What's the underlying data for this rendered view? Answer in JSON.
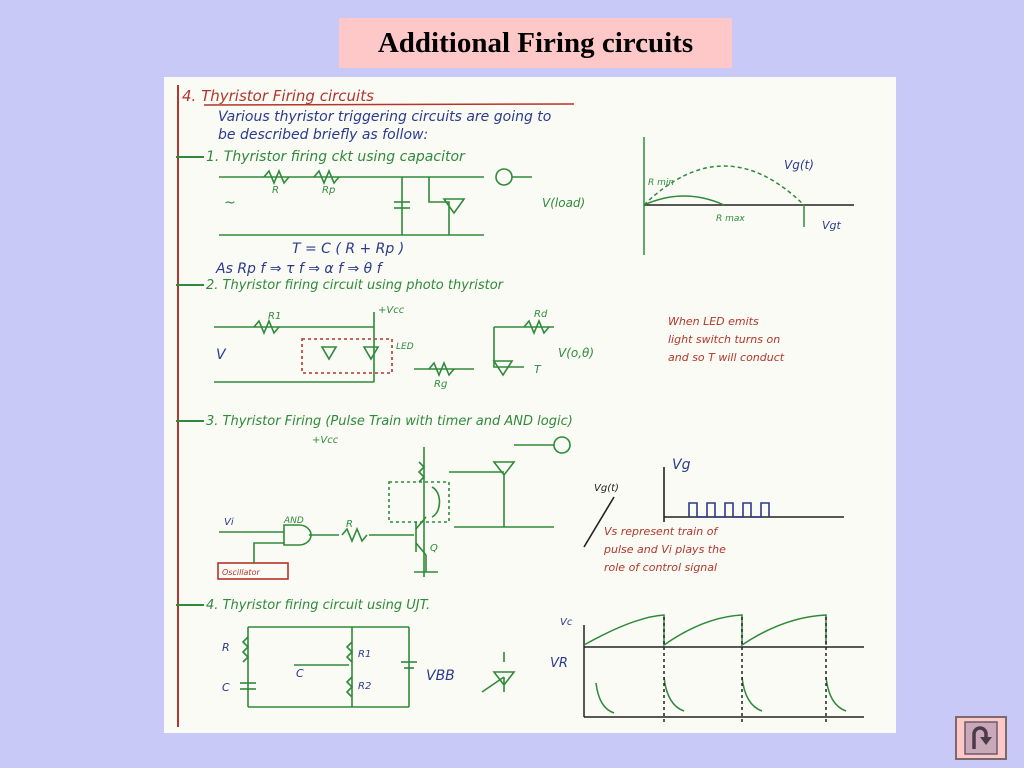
{
  "slide": {
    "title": "Additional Firing circuits"
  },
  "notes": {
    "heading": "4. Thyristor Firing circuits",
    "intro_line1": "Various thyristor triggering circuits are going to",
    "intro_line2": "be described briefly as follow:",
    "sec1": {
      "heading": "1. Thyristor firing ckt using capacitor",
      "label_r": "R",
      "label_rp": "Rp",
      "label_vload": "V(load)",
      "label_vg": "Vg(t)",
      "label_rmin": "R min",
      "label_rmax": "R max",
      "label_vgt": "Vgt",
      "eq1": "T = C ( R + Rp )",
      "eq2": "As Rp f  ⇒ τ f ⇒ α f ⇒ θ f"
    },
    "sec2": {
      "heading": "2. Thyristor firing circuit using photo thyristor",
      "label_r1": "R1",
      "label_vcc": "+Vcc",
      "label_v": "V",
      "label_led": "LED",
      "label_rd": "Rd",
      "label_rg": "Rg",
      "label_t": "T",
      "label_vout": "V(o,θ)",
      "note1": "When LED emits",
      "note2": "light switch turns on",
      "note3": "and so T will conduct"
    },
    "sec3": {
      "heading": "3. Thyristor Firing (Pulse Train with timer and AND logic)",
      "label_vcc": "+Vcc",
      "label_vi": "Vi",
      "label_and": "AND",
      "label_r": "R",
      "label_q": "Q",
      "label_timer": "Oscillator",
      "label_vg": "Vg",
      "label_vgt": "Vg(t)",
      "note1": "Vs represent train of",
      "note2": "pulse and Vi plays the",
      "note3": "role of control signal"
    },
    "sec4": {
      "heading": "4. Thyristor firing circuit using UJT.",
      "label_r": "R",
      "label_c": "C",
      "label_r1": "R1",
      "label_r2": "R2",
      "label_vbb": "VBB",
      "label_vc": "Vc",
      "label_vr": "VR"
    }
  },
  "colors": {
    "background": "#c9c9f7",
    "title_box": "#ffc8c8",
    "ink_green": "#2f8a3a",
    "ink_red": "#b3352b",
    "ink_blue": "#2b3a8c",
    "ink_black": "#222222"
  },
  "nav": {
    "icon": "return-arrow-icon"
  }
}
